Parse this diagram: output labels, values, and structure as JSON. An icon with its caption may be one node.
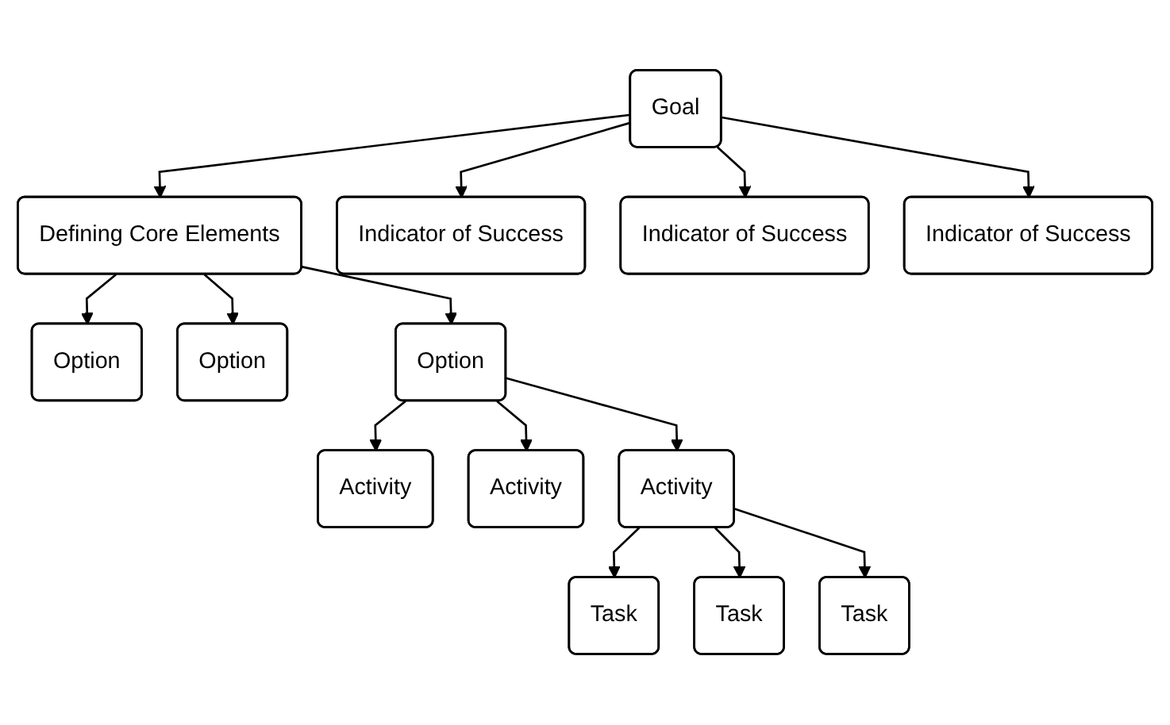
{
  "diagram": {
    "nodes": [
      {
        "text": [
          "Goal"
        ]
      },
      {
        "text": [
          "Defining Core Elements"
        ]
      },
      {
        "text": [
          "Option"
        ]
      },
      {
        "text": [
          "Option"
        ]
      },
      {
        "text": [
          "Option"
        ]
      },
      {
        "text": [
          "Activity"
        ]
      },
      {
        "text": [
          "Activity"
        ]
      },
      {
        "text": [
          "Activity"
        ]
      },
      {
        "text": [
          "Task"
        ]
      },
      {
        "text": [
          "Task"
        ]
      },
      {
        "text": [
          "Task"
        ]
      },
      {
        "text": [
          "Indicator of Success"
        ]
      },
      {
        "text": [
          "Indicator of Success"
        ]
      },
      {
        "text": [
          "Indicator of Success"
        ]
      }
    ],
    "edges": [
      {
        "from": 0,
        "to": 1,
        "arrow": "to"
      },
      {
        "from": 1,
        "to": 2,
        "arrow": "to"
      },
      {
        "from": 1,
        "to": 3,
        "arrow": "to"
      },
      {
        "from": 1,
        "to": 4,
        "arrow": "to"
      },
      {
        "from": 4,
        "to": 5,
        "arrow": "to"
      },
      {
        "from": 4,
        "to": 6,
        "arrow": "to"
      },
      {
        "from": 4,
        "to": 7,
        "arrow": "to"
      },
      {
        "from": 7,
        "to": 8,
        "arrow": "to"
      },
      {
        "from": 7,
        "to": 9,
        "arrow": "to"
      },
      {
        "from": 7,
        "to": 10,
        "arrow": "to"
      },
      {
        "from": 0,
        "to": 11,
        "arrow": "to"
      },
      {
        "from": 0,
        "to": 12,
        "arrow": "to"
      },
      {
        "from": 0,
        "to": 13,
        "arrow": "to"
      }
    ]
  }
}
